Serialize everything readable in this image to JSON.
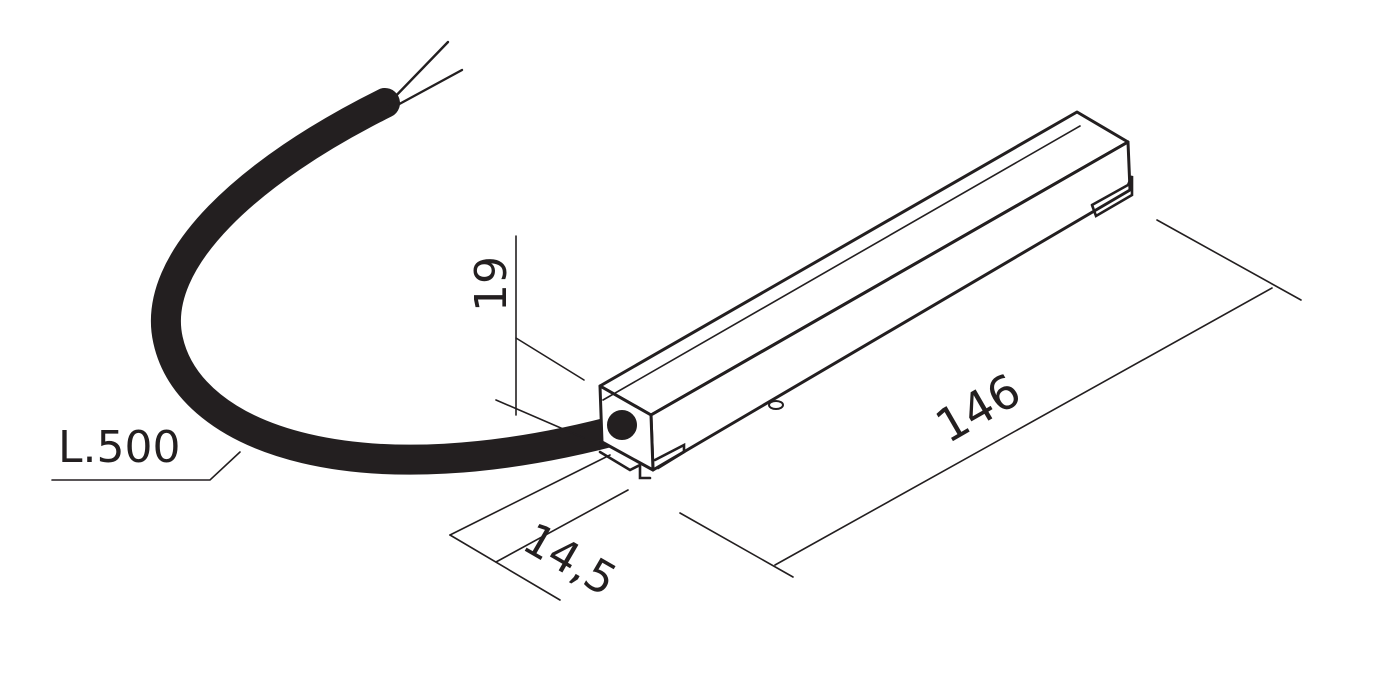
{
  "dimensions": {
    "cable_length": "L.500",
    "height": "19",
    "width": "14,5",
    "length": "146"
  },
  "colors": {
    "ink": "#231f20",
    "background": "#ffffff"
  }
}
